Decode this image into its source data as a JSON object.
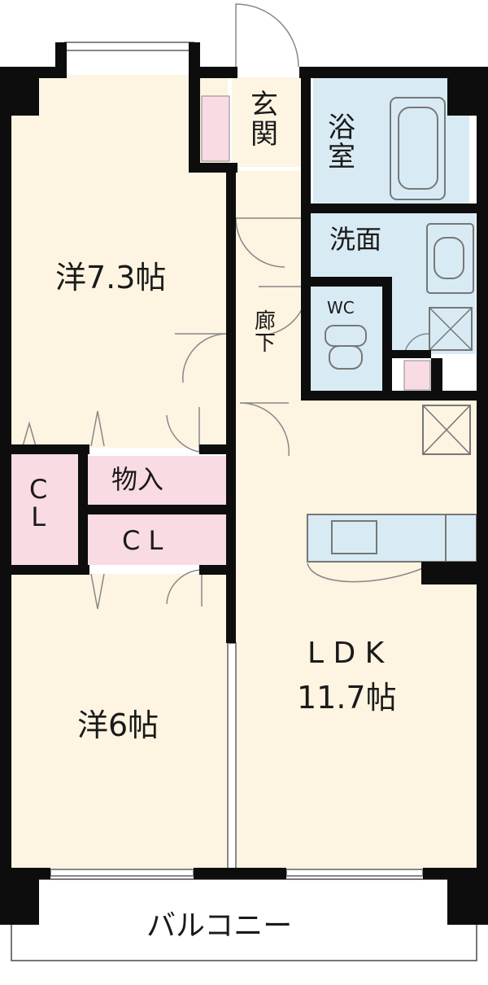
{
  "labels": {
    "entrance": "玄\n関",
    "bath": "浴\n室",
    "washroom": "洗面",
    "western_room_1": "洋7.3帖",
    "wc": "WC",
    "corridor": "廊\n下",
    "storage": "物入",
    "closet_left": "C\nL",
    "closet": "C L",
    "ldk_name": "L D K",
    "ldk_size": "11.7帖",
    "western_room_2": "洋6帖",
    "balcony": "バルコニー"
  },
  "colors": {
    "room": "#fdf4e1",
    "wet": "#d8ebf5",
    "closet": "#f9dbe4",
    "wall": "#0d0d0d",
    "line": "#6b6b6b"
  }
}
